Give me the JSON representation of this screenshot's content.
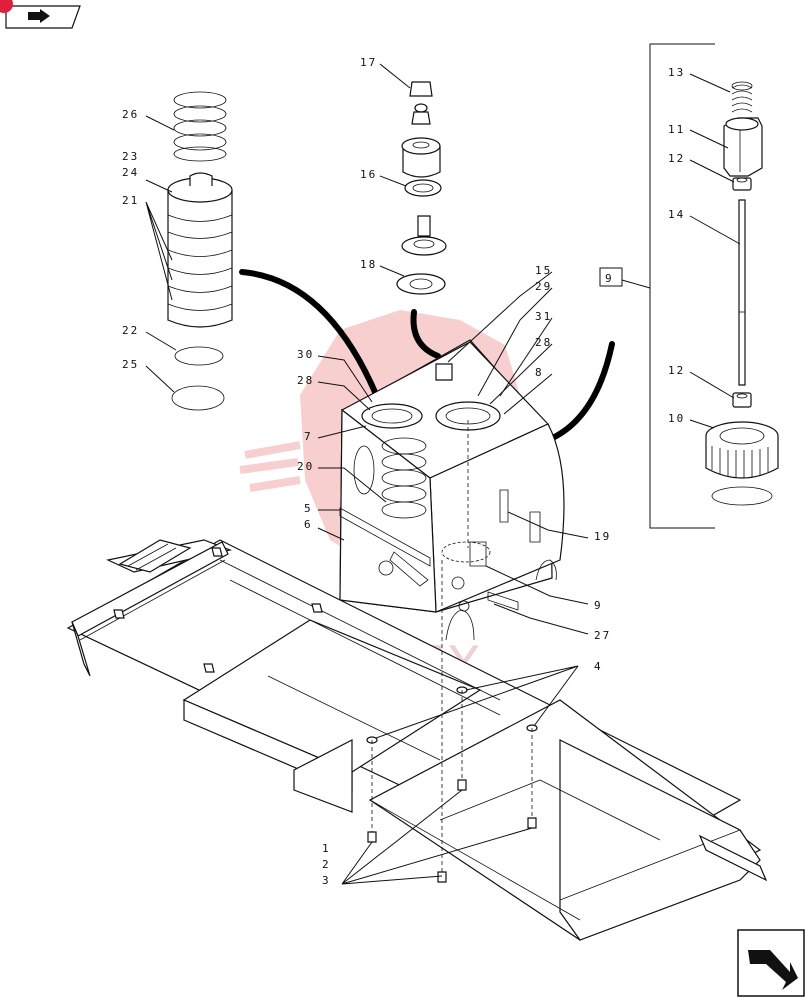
{
  "callouts": {
    "c17": "17",
    "c16": "16",
    "c18": "18",
    "c26": "26",
    "c23": "23",
    "c24": "24",
    "c21": "21",
    "c22": "22",
    "c25": "25",
    "c15": "15",
    "c29": "29",
    "c31": "31",
    "c28a": "28",
    "c8": "8",
    "c30": "30",
    "c28b": "28",
    "c7": "7",
    "c20": "20",
    "c5": "5",
    "c6": "6",
    "c19": "19",
    "c9a": "9",
    "c27": "27",
    "c4": "4",
    "c1": "1",
    "c2": "2",
    "c3": "3",
    "c13": "13",
    "c11": "11",
    "c12a": "12",
    "c14": "14",
    "c12b": "12",
    "c10": "10",
    "c9box": "9"
  },
  "watermark": {
    "text": "ИНТЕХ",
    "color": "#e8b0b0"
  },
  "colors": {
    "line": "#111111",
    "watermark_red": "#f2a8a8"
  },
  "icons": {
    "top_nav": "forward-arrow-icon",
    "bottom_nav": "return-arrow-icon"
  }
}
